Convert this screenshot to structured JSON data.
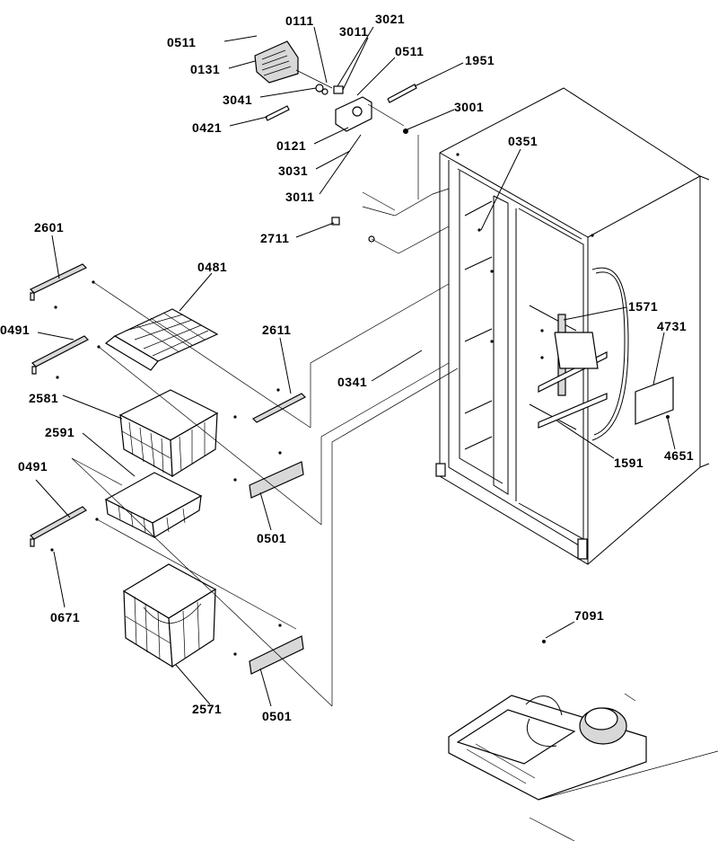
{
  "labels": {
    "l0511a": "0511",
    "l0111": "0111",
    "l3021": "3021",
    "l3011a": "3011",
    "l0511b": "0511",
    "l1951": "1951",
    "l0131": "0131",
    "l3041": "3041",
    "l3001": "3001",
    "l0421": "0421",
    "l0121": "0121",
    "l0351": "0351",
    "l3031": "3031",
    "l3011b": "3011",
    "l2711": "2711",
    "l2601": "2601",
    "l0481": "0481",
    "l0491a": "0491",
    "l2611": "2611",
    "l1571": "1571",
    "l4731": "4731",
    "l0341": "0341",
    "l2581": "2581",
    "l2591": "2591",
    "l1591": "1591",
    "l4651": "4651",
    "l0491b": "0491",
    "l0501a": "0501",
    "l0671": "0671",
    "l7091": "7091",
    "l2571": "2571",
    "l0501b": "0501"
  }
}
